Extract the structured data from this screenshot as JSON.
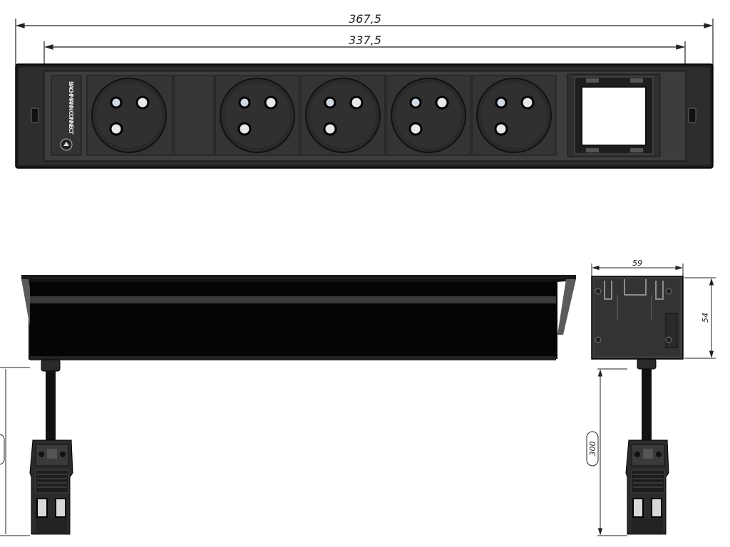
{
  "dimensions": {
    "overall_length": "367,5",
    "inner_length": "337,5",
    "side_width": "59",
    "side_height": "54",
    "cable_length": "300"
  },
  "brand": "BACHMANN CONNECT",
  "front_view": {
    "sockets": [
      "socket-1",
      "socket-2",
      "socket-3",
      "socket-4",
      "socket-5"
    ]
  }
}
